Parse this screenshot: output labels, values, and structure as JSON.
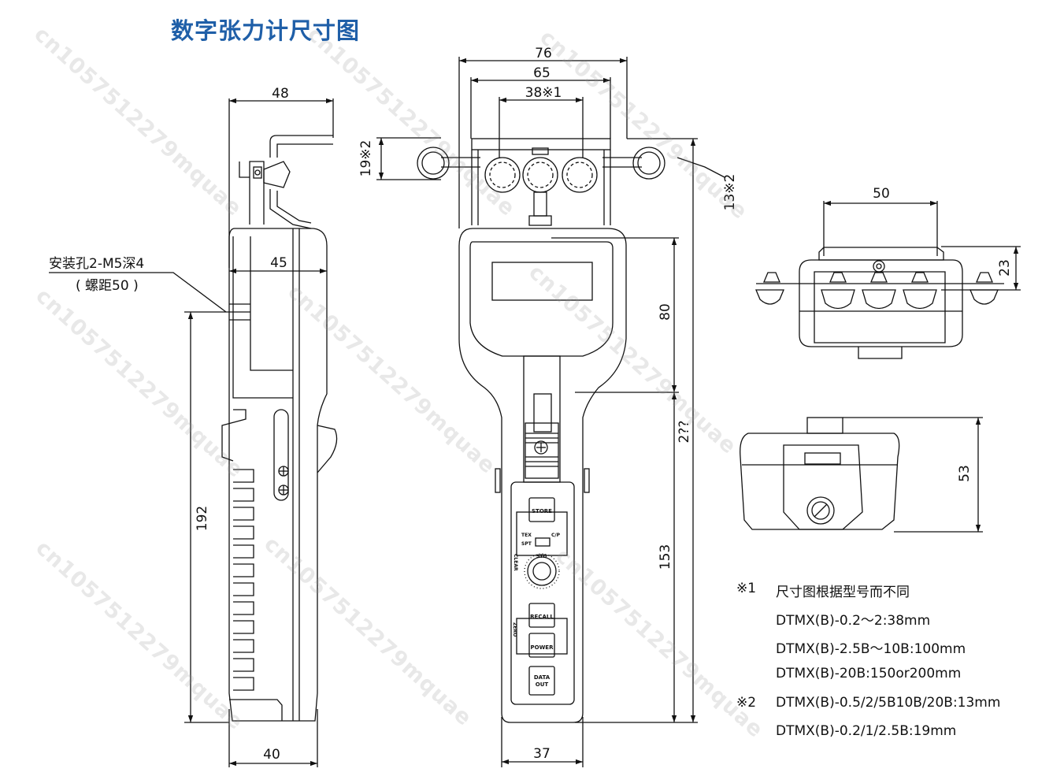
{
  "title": "数字张力计尺寸图",
  "dimensions": {
    "side_top_width": "48",
    "side_body_width": "45",
    "side_bottom_width": "40",
    "side_height": "192",
    "front_width_76": "76",
    "front_width_65": "65",
    "front_width_38": "38※1",
    "front_roller_height": "19※2",
    "front_roller_right": "13※2",
    "front_display_height": "80",
    "front_total_height": "2??",
    "front_grip_height": "153",
    "front_bottom_width": "37",
    "top_view_width": "50",
    "top_view_height": "23",
    "bottom_view_height": "53"
  },
  "mount_label": {
    "line1": "安装孔2-M5深4",
    "line2": "( 螺距50 )"
  },
  "buttons": {
    "store": "STORE",
    "recall": "RECALL",
    "power": "POWER",
    "data_out_1": "DATA",
    "data_out_2": "OUT",
    "tex": "TEX",
    "spt": "SPT",
    "cp": "C/P",
    "clear": "CLEAR",
    "std": "STD",
    "zero": "ZERO"
  },
  "notes": {
    "n1_mark": "※1",
    "n1_text": "尺寸图根据型号而不同",
    "n1_a": "DTMX(B)-0.2～2:38mm",
    "n1_b": "DTMX(B)-2.5B～10B:100mm",
    "n1_c": "DTMX(B)-20B:150or200mm",
    "n2_mark": "※2",
    "n2_a": "DTMX(B)-0.5/2/5B10B/20B:13mm",
    "n2_b": "DTMX(B)-0.2/1/2.5B:19mm"
  },
  "watermark": "cn1057512279mquae",
  "colors": {
    "title": "#1f5fa8",
    "line": "#111111"
  }
}
